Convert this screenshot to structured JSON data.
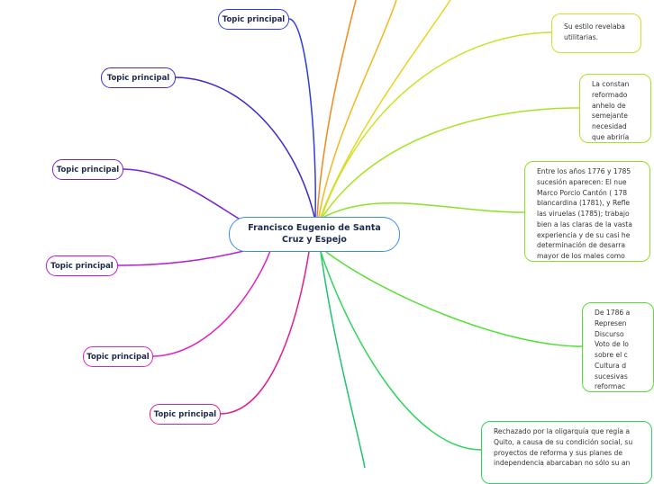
{
  "central": {
    "label": "Francisco Eugenio de Santa Cruz y Espejo",
    "color": "#3a8ee6"
  },
  "topics": [
    {
      "label": "Topic principal",
      "color": "#2c3ee0"
    },
    {
      "label": "Topic principal",
      "color": "#3b2ad0"
    },
    {
      "label": "Topic principal",
      "color": "#7a1fd6"
    },
    {
      "label": "Topic principal",
      "color": "#b81ad6"
    },
    {
      "label": "Topic principal",
      "color": "#e21ec4"
    },
    {
      "label": "Topic principal",
      "color": "#e21e8a"
    }
  ],
  "subtopics": [
    {
      "color": "#c8e42a",
      "lines": [
        "Su estilo revelaba",
        "utilitarias."
      ]
    },
    {
      "color": "#a8e426",
      "lines": [
        "La constan",
        "reformado",
        "anhelo de",
        "semejante",
        "necesidad",
        "que abriría"
      ]
    },
    {
      "color": "#8ae224",
      "lines": [
        "Entre los años 1776 y 1785",
        "sucesión aparecen: El nue",
        "Marco Porcio Cantón ( 178",
        "blancardina (1781), y Refle",
        "las viruelas (1785); trabajo",
        "bien a las claras de la vasta",
        "experiencia y de su casi he",
        "determinación de desarra",
        "mayor de los males como"
      ]
    },
    {
      "color": "#52e032",
      "lines": [
        "De 1786 a",
        "Represen",
        "Discurso",
        "Voto de lo",
        "sobre el c",
        "Cultura d",
        "sucesivas",
        "reformac"
      ]
    },
    {
      "color": "#2ed65a",
      "lines": [
        "Rechazado por la oligarquía que regía a",
        "Quito, a causa de su condición social, su",
        "proyectos de reforma y sus planes de",
        "independencia abarcaban no sólo su an"
      ]
    }
  ],
  "offscreen_branch_colors": [
    "#f08a1c",
    "#f0b81e",
    "#e8d61e",
    "#22c26e"
  ]
}
